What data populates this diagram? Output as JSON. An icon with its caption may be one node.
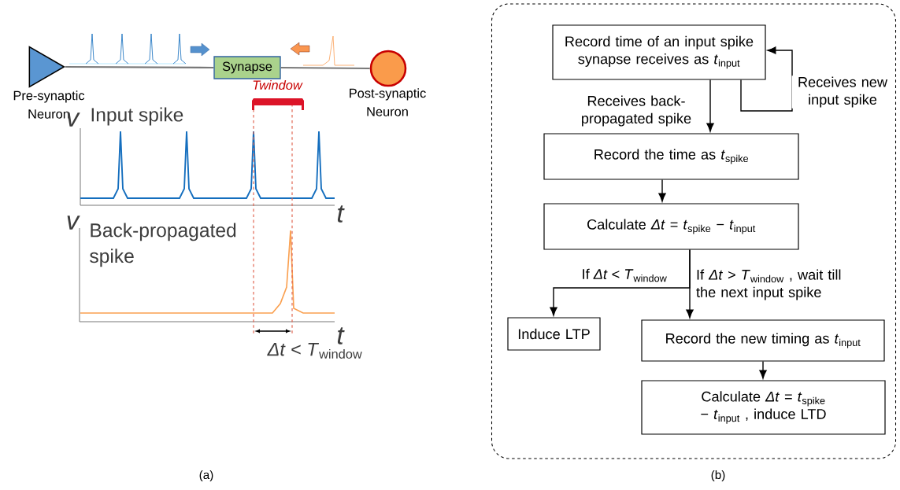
{
  "diagram": {
    "nodes": [
      {
        "text": [
          "Pre-synaptic Neuron"
        ]
      },
      {
        "text": [
          "Synapse"
        ]
      },
      {
        "text": [
          "Post-synaptic Neuron"
        ]
      },
      {
        "text": [],
        "shape": "box"
      },
      {
        "text": [
          "Record time of an input spike synapse receives as *t*$_{input}$"
        ],
        "in": 3
      },
      {
        "text": [
          "Record the time as *t*$_{spike}$"
        ],
        "in": 3
      },
      {
        "text": [
          "Calculate *Δt*  = *t*$_{spike}$ − *t*$_{input}$"
        ],
        "in": 3
      },
      {
        "text": [
          "Induce LTP"
        ],
        "in": 3
      },
      {
        "text": [
          "Record the new timing as *t*$_{input}$"
        ],
        "in": 3
      },
      {
        "text": [
          "Calculate *Δt*  = *t*$_{spike}$ − *t*$_{input}$ , induce LTD"
        ],
        "in": 3
      }
    ],
    "edges": [
      {
        "from": 0,
        "to": 1,
        "arrow": "none",
        "color": "#787878"
      },
      {
        "from": 1,
        "to": 2,
        "arrow": "none",
        "color": "#787878"
      },
      {
        "from": 4,
        "to": 5,
        "arrow": "to",
        "label": "Receives back-propagated spike"
      },
      {
        "from": 4,
        "to": 4,
        "arrow": "to",
        "label": "Receives new input spike"
      },
      {
        "from": 5,
        "to": 6,
        "arrow": "to"
      },
      {
        "from": 6,
        "to": 7,
        "arrow": "to",
        "label": "If *Δt* < *T*$_{window}$"
      },
      {
        "from": 6,
        "to": 8,
        "arrow": "to",
        "label": "If *Δt* > *T*$_{window}$ , wait till the next input spike"
      },
      {
        "from": 8,
        "to": 9,
        "arrow": "to"
      }
    ],
    "labels": [
      "(a)",
      "Twindow",
      "v",
      "Input spike",
      "t",
      "v",
      "Back-propagated spike",
      "t",
      "*Δt* < *T*$_{window}$",
      "(b)"
    ]
  }
}
